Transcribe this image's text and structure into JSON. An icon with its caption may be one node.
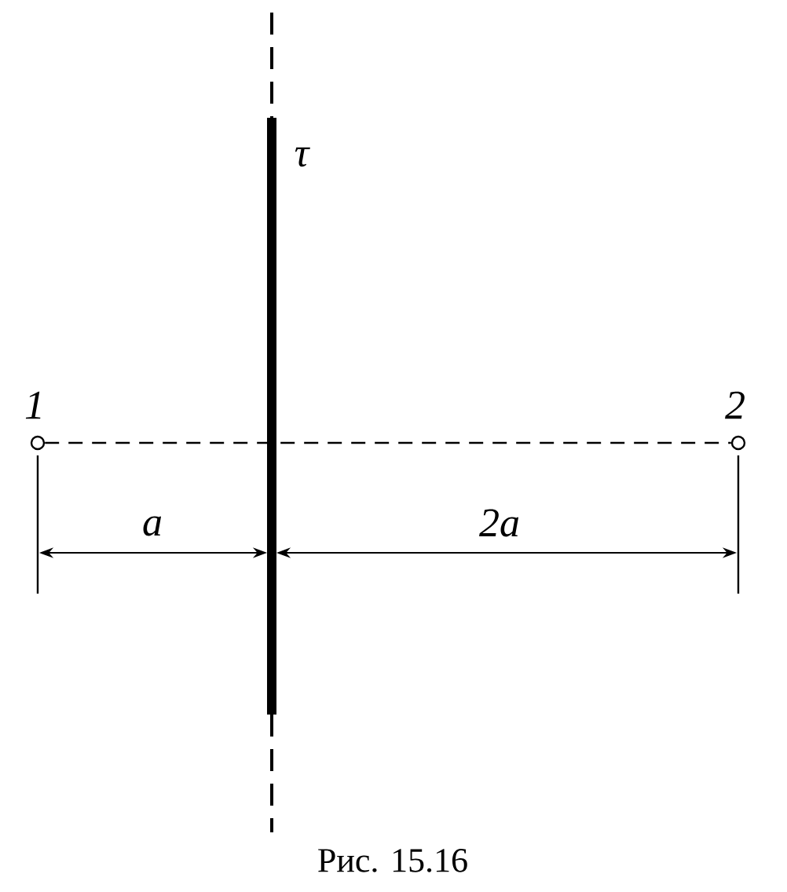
{
  "diagram": {
    "caption": "Рис. 15.16",
    "nodes": [
      {
        "text": [],
        "shape": "circle",
        "beside": [
          "1"
        ]
      },
      {
        "text": [],
        "shape": "circle",
        "beside": [
          "2"
        ]
      },
      {
        "text": [],
        "shape": "bar",
        "beside": [
          "τ"
        ]
      }
    ],
    "edges": [
      {
        "from": 0,
        "to": 1,
        "arrow": "none",
        "style": "dashed"
      }
    ],
    "labels": [
      "a",
      "2a"
    ]
  }
}
